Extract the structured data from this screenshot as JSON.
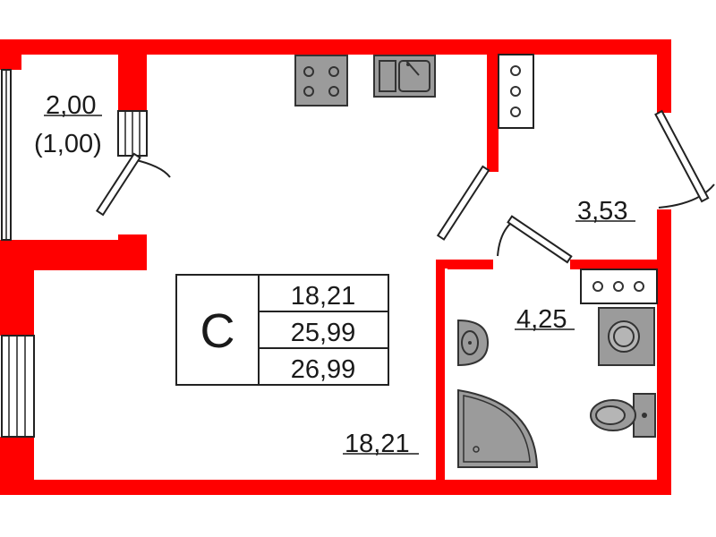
{
  "room_labels": {
    "balcony_area": "2,00",
    "balcony_area_reduced": "(1,00)",
    "main_room_area": "18,21",
    "hall_area": "3,53",
    "bathroom_area": "4,25"
  },
  "summary_table": {
    "type_letter": "С",
    "living_area": "18,21",
    "total_area": "25,99",
    "total_area_with_balcony": "26,99"
  },
  "colors": {
    "wall": "#ff0000",
    "fixture": "#9b9b9b",
    "line": "#222222"
  },
  "icons": [
    "stove-icon",
    "kitchen-sink-icon",
    "wash-basin-icon",
    "shower-tray-icon",
    "washing-machine-icon",
    "toilet-icon",
    "ventilation-shaft-icon",
    "door-swing-icon"
  ]
}
